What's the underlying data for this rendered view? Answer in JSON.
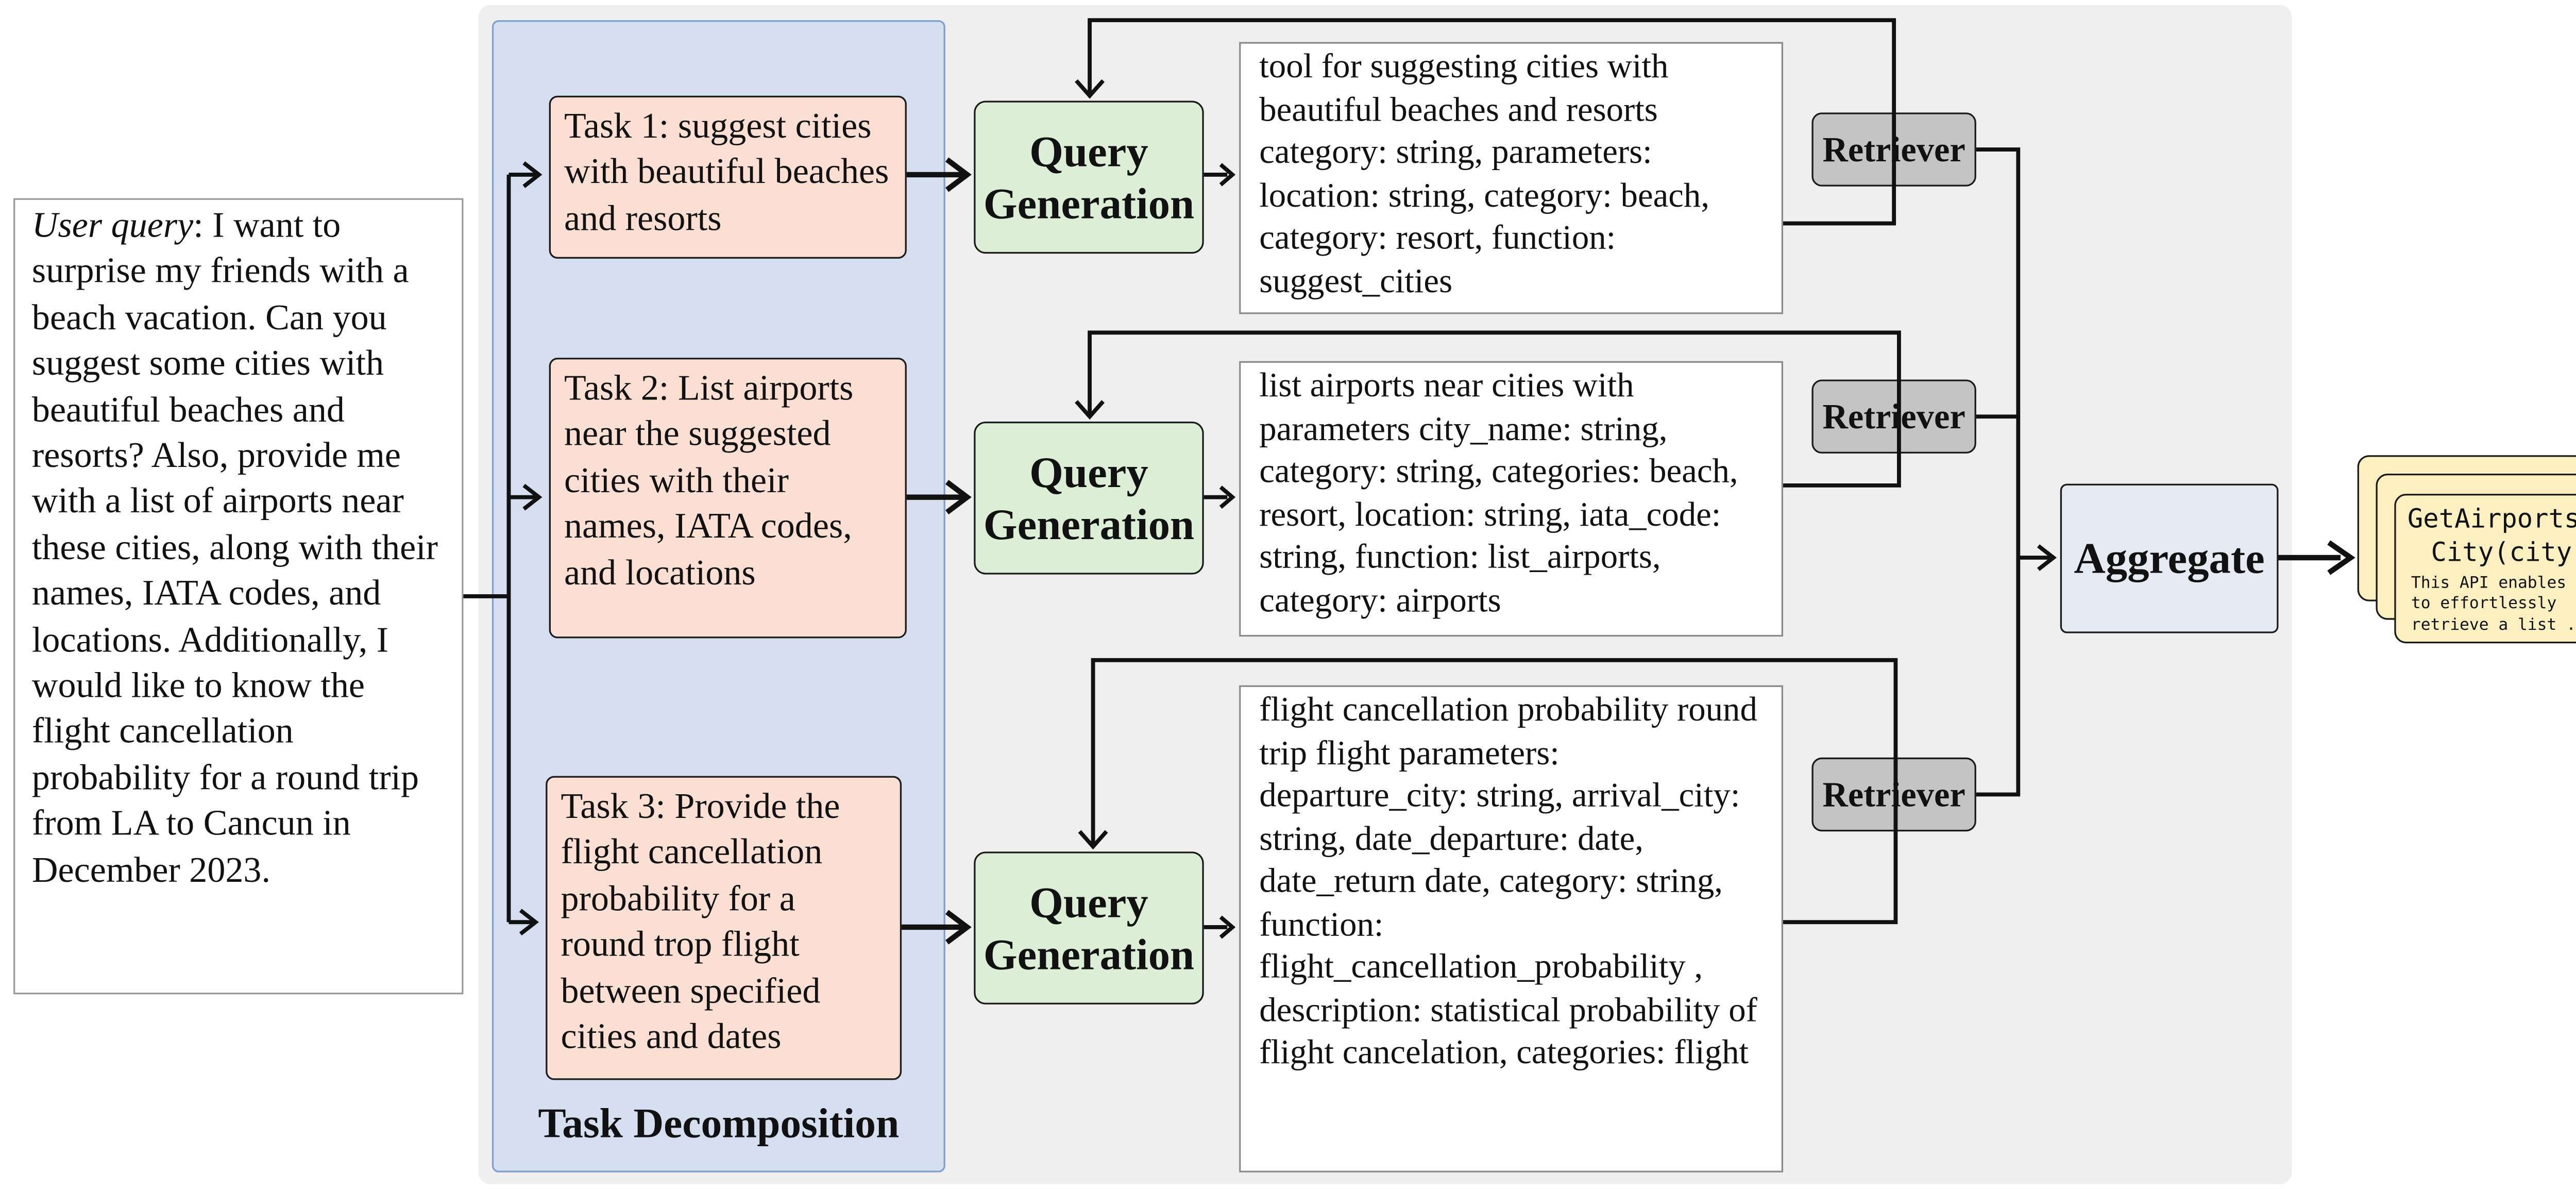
{
  "user_query": {
    "label": "User query",
    "text": ": I want to surprise my friends with a beach vacation. Can you suggest some cities with beautiful beaches and resorts? Also, provide me with a list of airports near these cities, along with their names, IATA codes, and locations. Additionally, I would like to know the flight cancellation probability for a round trip from LA to Cancun in December 2023."
  },
  "task_decomposition": {
    "label": "Task Decomposition",
    "tasks": [
      "Task 1: suggest cities with beautiful beaches and resorts",
      "Task 2: List airports near the suggested cities with their names, IATA codes, and locations",
      "Task 3: Provide the flight cancellation probability for a round trop flight between specified cities and dates"
    ]
  },
  "query_generation": {
    "label_line1": "Query",
    "label_line2": "Generation"
  },
  "generated_queries": [
    "tool for suggesting cities with beautiful beaches and resorts category: string, parameters: location: string, category: beach, category: resort, function: suggest_cities",
    "list airports near cities with parameters city_name: string, category: string, categories: beach, resort, location: string, iata_code: string, function: list_airports, category: airports",
    "flight cancellation probability round trip flight parameters: departure_city: string, arrival_city: string, date_departure: date, date_return date, category: string, function: flight_cancellation_probability , description: statistical probability of flight cancelation, categories: flight"
  ],
  "retriever": {
    "label": "Retriever"
  },
  "aggregate": {
    "label": "Aggregate"
  },
  "api_result": {
    "name_line1": "GetAirportsBy",
    "name_line2": "City(city)",
    "description_lines": [
      "This API enables you",
      "to effortlessly",
      "retrieve a list ..."
    ]
  },
  "colors": {
    "background_panel": "#efefef",
    "decomposition_panel": "#d5dff0",
    "task_box": "#fadfd2",
    "query_generation_box": "#dcefd6",
    "retriever_box": "#c4c4c4",
    "aggregate_box": "#e6eaf2",
    "api_card": "#fdf0c0"
  }
}
